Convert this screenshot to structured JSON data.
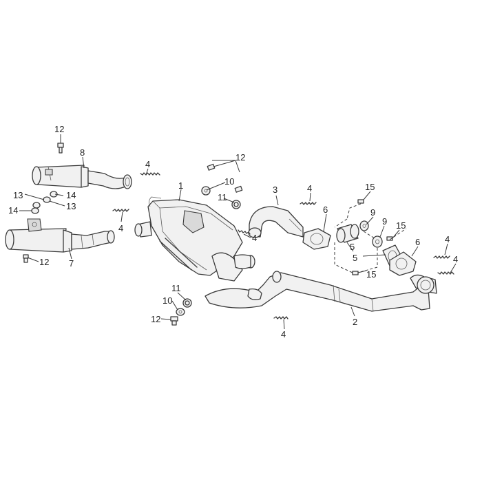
{
  "diagram": {
    "callouts": [
      {
        "id": "c-1",
        "text": "1"
      },
      {
        "id": "c-2",
        "text": "2"
      },
      {
        "id": "c-3",
        "text": "3"
      },
      {
        "id": "c-4a",
        "text": "4"
      },
      {
        "id": "c-4b",
        "text": "4"
      },
      {
        "id": "c-4c",
        "text": "4"
      },
      {
        "id": "c-4d",
        "text": "4"
      },
      {
        "id": "c-4e",
        "text": "4"
      },
      {
        "id": "c-4f",
        "text": "4"
      },
      {
        "id": "c-5a",
        "text": "5"
      },
      {
        "id": "c-5b",
        "text": "5"
      },
      {
        "id": "c-6a",
        "text": "6"
      },
      {
        "id": "c-6b",
        "text": "6"
      },
      {
        "id": "c-7",
        "text": "7"
      },
      {
        "id": "c-8",
        "text": "8"
      },
      {
        "id": "c-9a",
        "text": "9"
      },
      {
        "id": "c-9b",
        "text": "9"
      },
      {
        "id": "c-10a",
        "text": "10"
      },
      {
        "id": "c-10b",
        "text": "10"
      },
      {
        "id": "c-11a",
        "text": "11"
      },
      {
        "id": "c-11b",
        "text": "11"
      },
      {
        "id": "c-12a",
        "text": "12"
      },
      {
        "id": "c-12b",
        "text": "12"
      },
      {
        "id": "c-12c",
        "text": "12"
      },
      {
        "id": "c-12d",
        "text": "12"
      },
      {
        "id": "c-13a",
        "text": "13"
      },
      {
        "id": "c-13b",
        "text": "13"
      },
      {
        "id": "c-14a",
        "text": "14"
      },
      {
        "id": "c-14b",
        "text": "14"
      },
      {
        "id": "c-15a",
        "text": "15"
      },
      {
        "id": "c-15b",
        "text": "15"
      },
      {
        "id": "c-15c",
        "text": "15"
      }
    ]
  }
}
